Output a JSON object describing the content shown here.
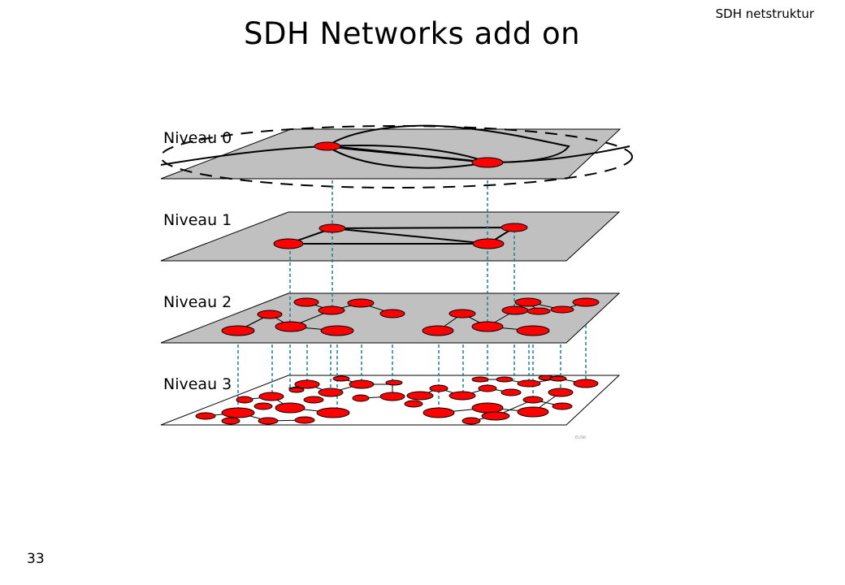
{
  "header": {
    "tag": "SDH netstruktur"
  },
  "title": "SDH Networks add on",
  "page_number": "33",
  "diagram": {
    "levels": [
      {
        "label": "Niveau 0"
      },
      {
        "label": "Niveau 1"
      },
      {
        "label": "Niveau 2"
      },
      {
        "label": "Niveau 3"
      }
    ],
    "watermark": "EUSK"
  },
  "colors": {
    "plane": "#c0c0c0",
    "node": "#ff0000",
    "dash": "#1f7f8f"
  }
}
